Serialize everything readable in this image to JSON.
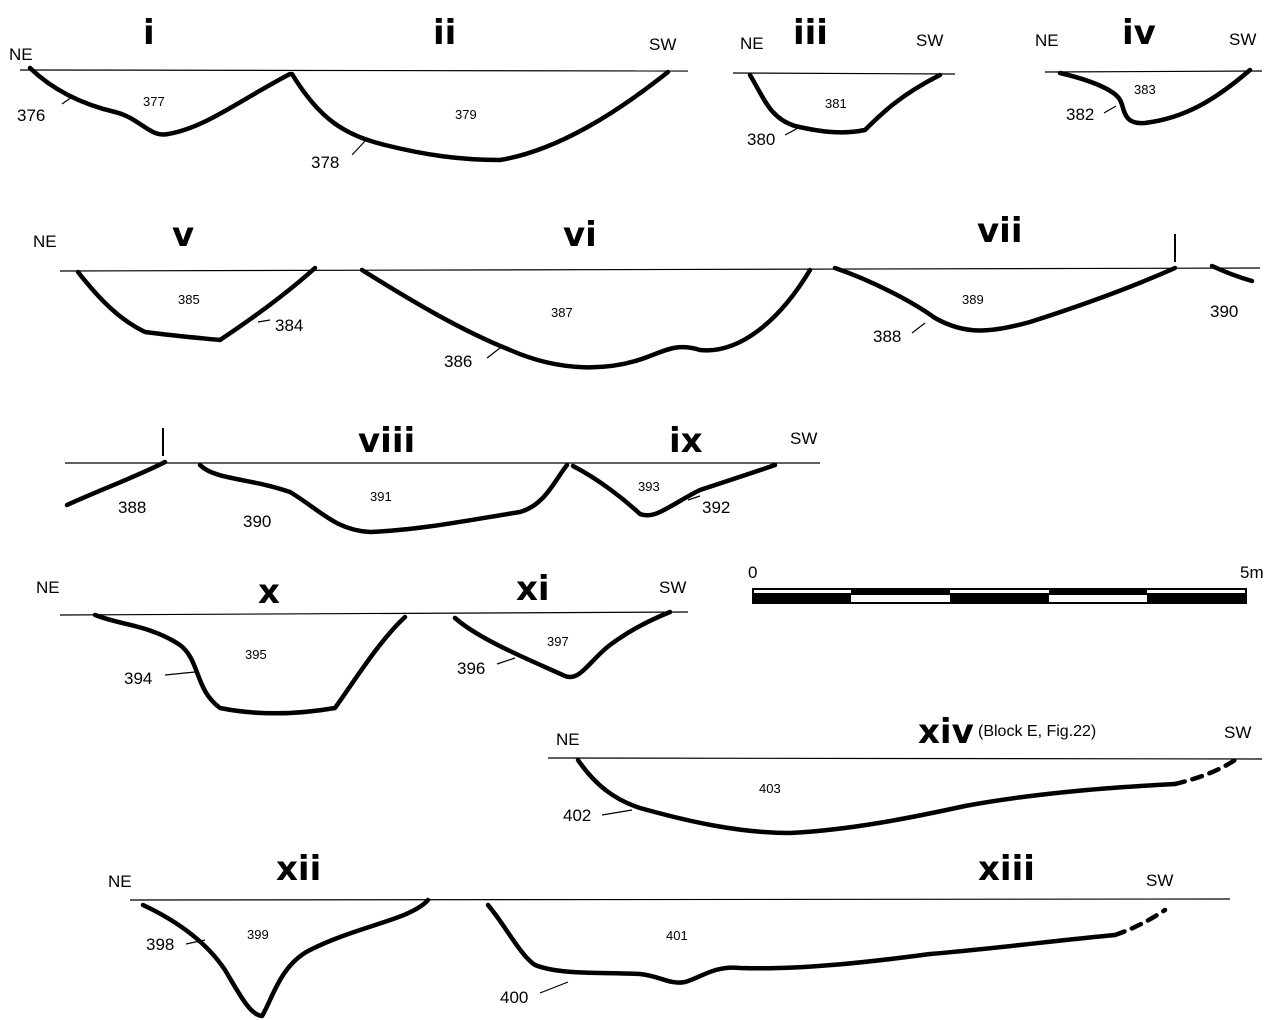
{
  "orientation": {
    "ne": "NE",
    "sw": "SW"
  },
  "sections": {
    "i": "i",
    "ii": "ii",
    "iii": "iii",
    "iv": "iv",
    "v": "v",
    "vi": "vi",
    "vii": "vii",
    "viii": "viii",
    "ix": "ix",
    "x": "x",
    "xi": "xi",
    "xii": "xii",
    "xiii": "xiii",
    "xiv": "xiv"
  },
  "xiv_note": "(Block E, Fig.22)",
  "contexts": {
    "c376": "376",
    "c377": "377",
    "c378": "378",
    "c379": "379",
    "c380": "380",
    "c381": "381",
    "c382": "382",
    "c383": "383",
    "c384": "384",
    "c385": "385",
    "c386": "386",
    "c387": "387",
    "c388": "388",
    "c389": "389",
    "c390": "390",
    "c391": "391",
    "c392": "392",
    "c393": "393",
    "c394": "394",
    "c395": "395",
    "c396": "396",
    "c397": "397",
    "c398": "398",
    "c399": "399",
    "c400": "400",
    "c401": "401",
    "c402": "402",
    "c403": "403"
  },
  "scale": {
    "start": "0",
    "end": "5m"
  }
}
